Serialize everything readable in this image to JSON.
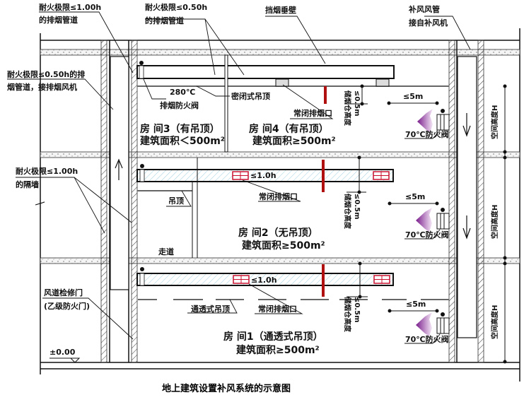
{
  "title": "地上建筑设置补风系统的示意图",
  "labels": {
    "fire_1h_smoke_duct": [
      "耐火极限≤1.00h",
      "的排烟管道"
    ],
    "fire_05h_smoke_duct": [
      "耐火极限≤0.50h",
      "的排烟管道"
    ],
    "smoke_curtain": "挡烟垂壁",
    "makeup_duct": [
      "补风风管",
      "接自补风机"
    ],
    "fire_05h_duct_fan": [
      "耐火极限≤0.50h的排",
      "烟管道，接排烟风机"
    ],
    "damper_280": [
      "280℃",
      "排烟防火阀"
    ],
    "sealed_ceiling": "密闭式吊顶",
    "normally_closed_outlet": "常闭排烟口",
    "fire_1h_partition": [
      "耐火极限≤1.00h",
      "的隔墙"
    ],
    "ceiling": "吊顶",
    "corridor": "走道",
    "duct_access_door": [
      "风道检修门",
      "(乙级防火门)"
    ],
    "elevation": "±0.00",
    "permeable_ceiling": "通透式吊顶",
    "rating_1h": "≤1.0h",
    "smoke_storage_height": "储烟仓高度",
    "smoke_storage_limit": "≤0.5m",
    "distance_limit": "≤5m",
    "damper_70": "70℃防火阀",
    "space_height": "空间高度H"
  },
  "rooms": [
    {
      "name": "房 间3（有吊顶）",
      "area": "建筑面积＜500m²"
    },
    {
      "name": "房 间4（有吊顶）",
      "area": "建筑面积≥500m²"
    },
    {
      "name": "房 间2（无吊顶）",
      "area": "建筑面积≥500m²"
    },
    {
      "name": "房 间1（通透式吊顶）",
      "area": "建筑面积≥500m²"
    }
  ],
  "colors": {
    "outlet_red": "#c8102e",
    "smoke_wall_red": "#b01010",
    "hatch_blue": "#9fcfe0",
    "fire_purple": "#8a2a9a"
  }
}
